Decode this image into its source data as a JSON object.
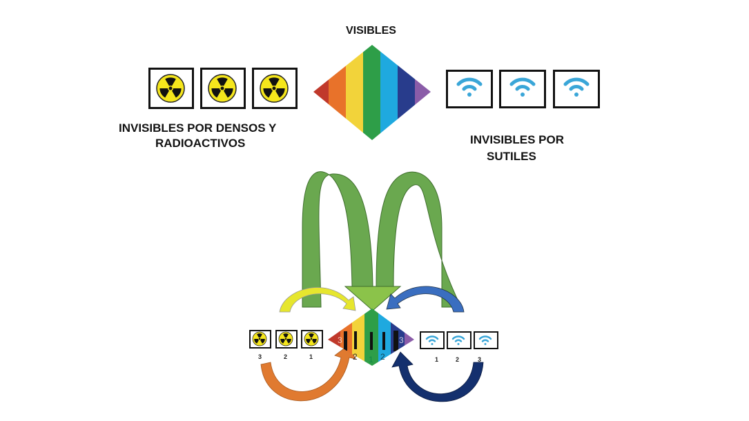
{
  "top": {
    "visible_label": "VISIBLES",
    "left_label_line1": "INVISIBLES POR DENSOS Y",
    "left_label_line2": "RADIOACTIVOS",
    "right_label_line1": "INVISIBLES POR",
    "right_label_line2": "SUTILES",
    "left_icons": [
      "radiation-icon",
      "radiation-icon",
      "radiation-icon"
    ],
    "right_icons": [
      "wifi-icon",
      "wifi-icon",
      "wifi-icon"
    ]
  },
  "bottom": {
    "left_numbers": [
      "3",
      "2",
      "1"
    ],
    "right_numbers": [
      "1",
      "2",
      "3"
    ],
    "spectrum_numbers": [
      "3",
      "2",
      "1",
      "2",
      "3"
    ]
  },
  "colors": {
    "spectrum": [
      "#c0392b",
      "#e8722a",
      "#f2d33a",
      "#2e9e48",
      "#1fa9df",
      "#283c8c",
      "#8a5ca8"
    ],
    "green_arch": "#6aa84f",
    "yellow_arrow": "#e6e62e",
    "blue_arrow": "#3a6ec0",
    "orange_arrow": "#e07a30",
    "navy_arrow": "#14306e",
    "radiation_yellow": "#f5e61c",
    "wifi_blue": "#3aa6d8"
  }
}
